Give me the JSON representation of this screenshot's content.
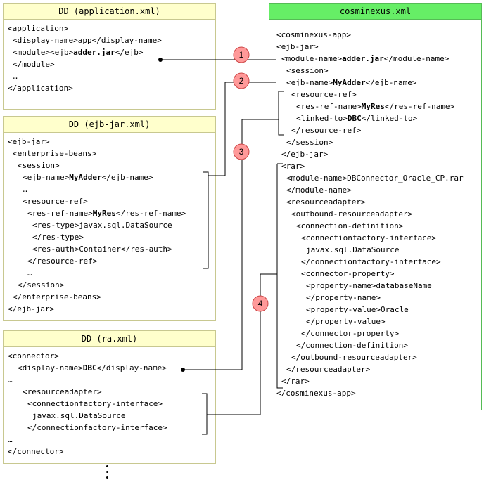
{
  "application_box": {
    "title": "DD (application.xml)",
    "lines": [
      {
        "indent": 0,
        "parts": [
          {
            "t": "<application>"
          }
        ]
      },
      {
        "indent": 1,
        "parts": [
          {
            "t": "<display-name>app</display-name>"
          }
        ]
      },
      {
        "indent": 1,
        "parts": [
          {
            "t": "<module><ejb>"
          },
          {
            "t": "adder.jar",
            "b": true
          },
          {
            "t": "</ejb>"
          }
        ]
      },
      {
        "indent": 1,
        "parts": [
          {
            "t": "</module>"
          }
        ]
      },
      {
        "indent": 1,
        "parts": [
          {
            "t": "…"
          }
        ]
      },
      {
        "indent": 0,
        "parts": [
          {
            "t": "</application>"
          }
        ]
      }
    ]
  },
  "ejbjar_box": {
    "title": "DD (ejb-jar.xml)",
    "lines": [
      {
        "indent": 0,
        "parts": [
          {
            "t": "<ejb-jar>"
          }
        ]
      },
      {
        "indent": 1,
        "parts": [
          {
            "t": "<enterprise-beans>"
          }
        ]
      },
      {
        "indent": 2,
        "parts": [
          {
            "t": "<session>"
          }
        ]
      },
      {
        "indent": 3,
        "parts": [
          {
            "t": "<ejb-name>"
          },
          {
            "t": "MyAdder",
            "b": true
          },
          {
            "t": "</ejb-name>"
          }
        ]
      },
      {
        "indent": 3,
        "parts": [
          {
            "t": "…"
          }
        ]
      },
      {
        "indent": 3,
        "parts": [
          {
            "t": "<resource-ref>"
          }
        ]
      },
      {
        "indent": 4,
        "parts": [
          {
            "t": "<res-ref-name>"
          },
          {
            "t": "MyRes",
            "b": true
          },
          {
            "t": "</res-ref-name>"
          }
        ]
      },
      {
        "indent": 5,
        "parts": [
          {
            "t": "<res-type>javax.sql.DataSource"
          }
        ]
      },
      {
        "indent": 5,
        "parts": [
          {
            "t": "</res-type>"
          }
        ]
      },
      {
        "indent": 5,
        "parts": [
          {
            "t": "<res-auth>Container</res-auth>"
          }
        ]
      },
      {
        "indent": 4,
        "parts": [
          {
            "t": "</resource-ref>"
          }
        ]
      },
      {
        "indent": 4,
        "parts": [
          {
            "t": "…"
          }
        ]
      },
      {
        "indent": 2,
        "parts": [
          {
            "t": "</session>"
          }
        ]
      },
      {
        "indent": 1,
        "parts": [
          {
            "t": "</enterprise-beans>"
          }
        ]
      },
      {
        "indent": 0,
        "parts": [
          {
            "t": "</ejb-jar>"
          }
        ]
      }
    ]
  },
  "ra_box": {
    "title": "DD (ra.xml)",
    "lines": [
      {
        "indent": 0,
        "parts": [
          {
            "t": "<connector>"
          }
        ]
      },
      {
        "indent": 2,
        "parts": [
          {
            "t": "<display-name>"
          },
          {
            "t": "DBC",
            "b": true
          },
          {
            "t": "</display-name>"
          }
        ]
      },
      {
        "indent": 0,
        "parts": [
          {
            "t": "…"
          }
        ]
      },
      {
        "indent": 3,
        "parts": [
          {
            "t": "<resourceadapter>"
          }
        ]
      },
      {
        "indent": 4,
        "parts": [
          {
            "t": "<connectionfactory-interface>"
          }
        ]
      },
      {
        "indent": 5,
        "parts": [
          {
            "t": "javax.sql.DataSource"
          }
        ]
      },
      {
        "indent": 4,
        "parts": [
          {
            "t": "</connectionfactory-interface>"
          }
        ]
      },
      {
        "indent": 0,
        "parts": [
          {
            "t": "…"
          }
        ]
      },
      {
        "indent": 0,
        "parts": [
          {
            "t": "</connector>"
          }
        ]
      }
    ]
  },
  "cosminexus_box": {
    "title": "cosminexus.xml",
    "lines": [
      {
        "indent": 0,
        "parts": [
          {
            "t": "<cosminexus-app>"
          }
        ]
      },
      {
        "indent": 0,
        "parts": [
          {
            "t": "<ejb-jar>"
          }
        ]
      },
      {
        "indent": 1,
        "parts": [
          {
            "t": "<module-name>"
          },
          {
            "t": "adder.jar",
            "b": true
          },
          {
            "t": "</module-name>"
          }
        ]
      },
      {
        "indent": 2,
        "parts": [
          {
            "t": "<session>"
          }
        ]
      },
      {
        "indent": 2,
        "parts": [
          {
            "t": "<ejb-name>"
          },
          {
            "t": "MyAdder",
            "b": true
          },
          {
            "t": "</ejb-name>"
          }
        ]
      },
      {
        "indent": 3,
        "parts": [
          {
            "t": "<resource-ref>"
          }
        ]
      },
      {
        "indent": 4,
        "parts": [
          {
            "t": "<res-ref-name>"
          },
          {
            "t": "MyRes",
            "b": true
          },
          {
            "t": "</res-ref-name>"
          }
        ]
      },
      {
        "indent": 4,
        "parts": [
          {
            "t": "<linked-to>"
          },
          {
            "t": "DBC",
            "b": true
          },
          {
            "t": "</linked-to>"
          }
        ]
      },
      {
        "indent": 3,
        "parts": [
          {
            "t": "</resource-ref>"
          }
        ]
      },
      {
        "indent": 2,
        "parts": [
          {
            "t": "</session>"
          }
        ]
      },
      {
        "indent": 1,
        "parts": [
          {
            "t": "</ejb-jar>"
          }
        ]
      },
      {
        "indent": 1,
        "parts": [
          {
            "t": "<rar>"
          }
        ]
      },
      {
        "indent": 2,
        "parts": [
          {
            "t": "<module-name>DBConnector_Oracle_CP.rar"
          }
        ]
      },
      {
        "indent": 2,
        "parts": [
          {
            "t": "</module-name>"
          }
        ]
      },
      {
        "indent": 2,
        "parts": [
          {
            "t": "<resourceadapter>"
          }
        ]
      },
      {
        "indent": 3,
        "parts": [
          {
            "t": "<outbound-resourceadapter>"
          }
        ]
      },
      {
        "indent": 4,
        "parts": [
          {
            "t": "<connection-definition>"
          }
        ]
      },
      {
        "indent": 5,
        "parts": [
          {
            "t": "<connectionfactory-interface>"
          }
        ]
      },
      {
        "indent": 6,
        "parts": [
          {
            "t": "javax.sql.DataSource"
          }
        ]
      },
      {
        "indent": 5,
        "parts": [
          {
            "t": "</connectionfactory-interface>"
          }
        ]
      },
      {
        "indent": 5,
        "parts": [
          {
            "t": "<connector-property>"
          }
        ]
      },
      {
        "indent": 6,
        "parts": [
          {
            "t": "<property-name>databaseName"
          }
        ]
      },
      {
        "indent": 6,
        "parts": [
          {
            "t": "</property-name>"
          }
        ]
      },
      {
        "indent": 6,
        "parts": [
          {
            "t": "<property-value>Oracle"
          }
        ]
      },
      {
        "indent": 6,
        "parts": [
          {
            "t": "</property-value>"
          }
        ]
      },
      {
        "indent": 5,
        "parts": [
          {
            "t": "</connector-property>"
          }
        ]
      },
      {
        "indent": 4,
        "parts": [
          {
            "t": "</connection-definition>"
          }
        ]
      },
      {
        "indent": 3,
        "parts": [
          {
            "t": "</outbound-resourceadapter>"
          }
        ]
      },
      {
        "indent": 2,
        "parts": [
          {
            "t": "</resourceadapter>"
          }
        ]
      },
      {
        "indent": 1,
        "parts": [
          {
            "t": "</rar>"
          }
        ]
      },
      {
        "indent": 0,
        "parts": [
          {
            "t": "</cosminexus-app>"
          }
        ]
      }
    ]
  },
  "markers": [
    "1",
    "2",
    "3",
    "4"
  ],
  "colors": {
    "dd_title_bg": "#ffffcc",
    "dd_border": "#c8c890",
    "cosminexus_title_bg": "#66ee66",
    "cosminexus_border": "#55bb55",
    "marker_fill": "#ff9999",
    "marker_stroke": "#cc4444"
  }
}
